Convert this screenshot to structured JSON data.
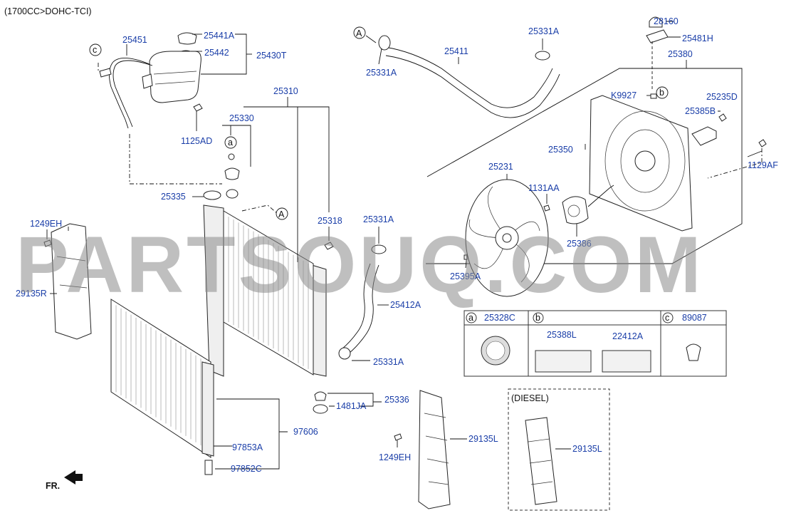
{
  "header": {
    "engine_spec": "(1700CC>DOHC-TCI)"
  },
  "watermark": "PARTSOUQ.COM",
  "direction": {
    "label": "FR."
  },
  "callouts": {
    "a": "a",
    "b": "b",
    "c": "c",
    "A": "A"
  },
  "diesel_label": "(DIESEL)",
  "part_numbers": {
    "p25451": "25451",
    "p25441A": "25441A",
    "p25442": "25442",
    "p25430T": "25430T",
    "p1125AD": "1125AD",
    "p25330": "25330",
    "p25310": "25310",
    "p25335": "25335",
    "p25318": "25318",
    "p25331A_top_left": "25331A",
    "p25411": "25411",
    "p25331A_top_right": "25331A",
    "p25331A_mid": "25331A",
    "p25412A": "25412A",
    "p25331A_bottom": "25331A",
    "p25336": "25336",
    "p1481JA": "1481JA",
    "p28160": "28160",
    "p25481H": "25481H",
    "p25380": "25380",
    "pK9927": "K9927",
    "p25235D": "25235D",
    "p25385B": "25385B",
    "p25350": "25350",
    "p1129AF": "1129AF",
    "p25231": "25231",
    "p1131AA": "1131AA",
    "p25386": "25386",
    "p25395A": "25395A",
    "p1249EH_left": "1249EH",
    "p29135R": "29135R",
    "p97606": "97606",
    "p97853A": "97853A",
    "p97852C": "97852C",
    "p1249EH_bottom": "1249EH",
    "p29135L": "29135L",
    "p29135L_diesel": "29135L"
  },
  "legend_table": {
    "a_key": "a",
    "a_part": "25328C",
    "b_key": "b",
    "b_part1": "25388L",
    "b_part2": "22412A",
    "c_key": "c",
    "c_part": "89087"
  }
}
